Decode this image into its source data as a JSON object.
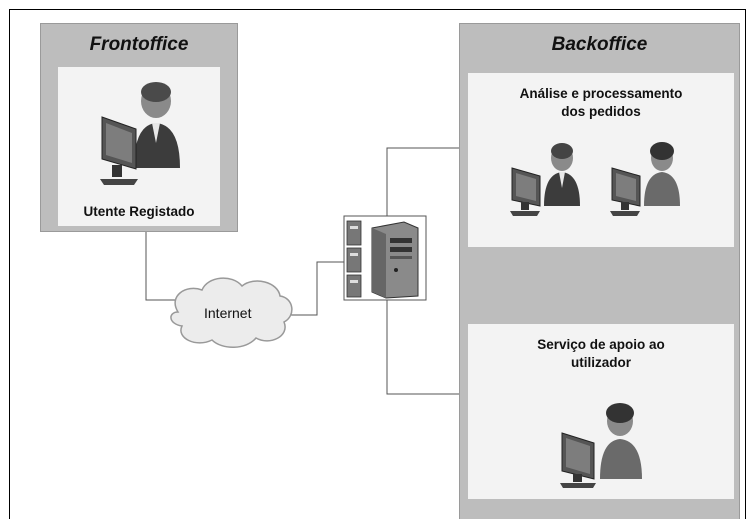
{
  "frontoffice": {
    "title": "Frontoffice",
    "user_label": "Utente Registado"
  },
  "backoffice": {
    "title": "Backoffice",
    "processing_label_line1": "Análise e processamento",
    "processing_label_line2": "dos pedidos",
    "support_label_line1": "Serviço de apoio ao",
    "support_label_line2": "utilizador"
  },
  "network": {
    "internet_label": "Internet"
  }
}
